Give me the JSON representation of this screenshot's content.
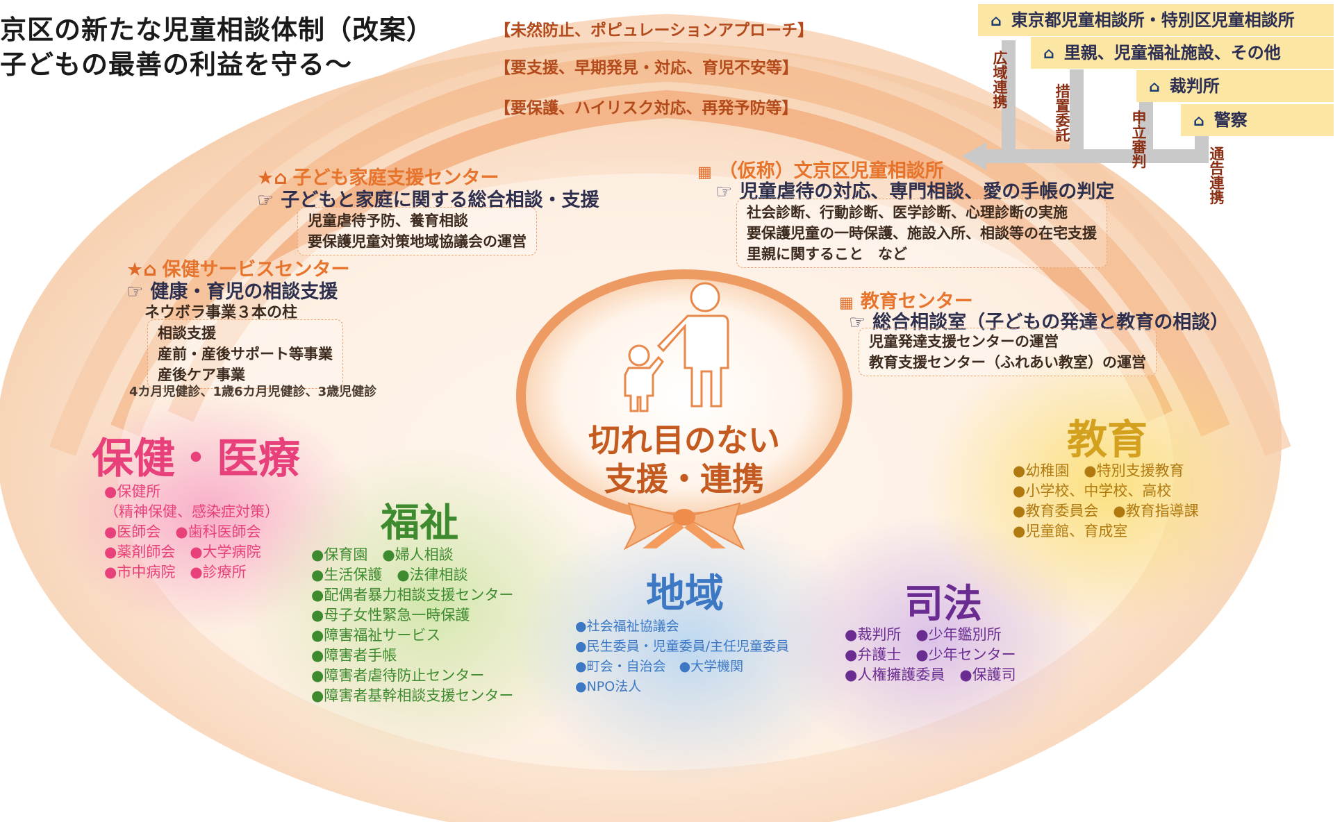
{
  "title": {
    "line1": "京区の新たな児童相談体制（改案）",
    "line2": "子どもの最善の利益を守る〜"
  },
  "pyramid": [
    "【未然防止、ポピュレーションアプローチ】",
    "【要支援、早期発見・対応、育児不安等】",
    "【要保護、ハイリスク対応、再発予防等】"
  ],
  "external": [
    "東京都児童相談所・特別区児童相談所",
    "里親、児童福祉施設、その他",
    "裁判所",
    "警察"
  ],
  "links": {
    "kouiki": "広域連携",
    "sochi": "措置委託",
    "moushitate": "申立審判",
    "tsukoku": "通告連携"
  },
  "centers": {
    "kodomo": {
      "name": "子ども家庭支援センター",
      "sub": "子どもと家庭に関する総合相談・支援",
      "items": [
        "児童虐待予防、養育相談",
        "要保護児童対策地域協議会の運営"
      ]
    },
    "hoken": {
      "name": "保健サービスセンター",
      "sub": "健康・育児の相談支援",
      "extra": "ネウボラ事業３本の柱",
      "items": [
        "相談支援",
        "産前・産後サポート等事業",
        "産後ケア事業"
      ],
      "note": "4カ月児健診、1歳6カ月児健診、3歳児健診"
    },
    "jido": {
      "name": "（仮称）文京区児童相談所",
      "sub": "児童虐待の対応、専門相談、愛の手帳の判定",
      "items": [
        "社会診断、行動診断、医学診断、心理診断の実施",
        "要保護児童の一時保護、施設入所、相談等の在宅支援",
        "里親に関すること　など"
      ]
    },
    "kyoiku": {
      "name": "教育センター",
      "sub": "総合相談室（子どもの発達と教育の相談）",
      "items": [
        "児童発達支援センターの運営",
        "教育支援センター（ふれあい教室）の運営"
      ]
    }
  },
  "center_label": {
    "line1": "切れ目のない",
    "line2": "支援・連携"
  },
  "fields": {
    "hoken_iryo": {
      "title": "保健・医療",
      "color": "#e8407a",
      "items": [
        "●保健所",
        "（精神保健、感染症対策）",
        "●医師会　●歯科医師会",
        "●薬剤師会　●大学病院",
        "●市中病院　●診療所"
      ]
    },
    "fukushi": {
      "title": "福祉",
      "color": "#3e8a2f",
      "items": [
        "●保育園　●婦人相談",
        "●生活保護　●法律相談",
        "●配偶者暴力相談支援センター",
        "●母子女性緊急一時保護",
        "●障害福祉サービス",
        "●障害者手帳",
        "●障害者虐待防止センター",
        "●障害者基幹相談支援センター"
      ]
    },
    "chiiki": {
      "title": "地域",
      "color": "#3c78c4",
      "items": [
        "●社会福祉協議会",
        "●民生委員・児童委員/主任児童委員",
        "●町会・自治会　●大学機関",
        "●NPO法人"
      ]
    },
    "shiho": {
      "title": "司法",
      "color": "#6a2c91",
      "items": [
        "●裁判所　●少年鑑別所",
        "●弁護士　●少年センター",
        "●人権擁護委員　●保護司"
      ]
    },
    "kyoiku": {
      "title": "教育",
      "color": "#c8931a",
      "items": [
        "●幼稚園　●特別支援教育",
        "●小学校、中学校、高校",
        "●教育委員会　●教育指導課",
        "●児童館、育成室"
      ]
    }
  }
}
